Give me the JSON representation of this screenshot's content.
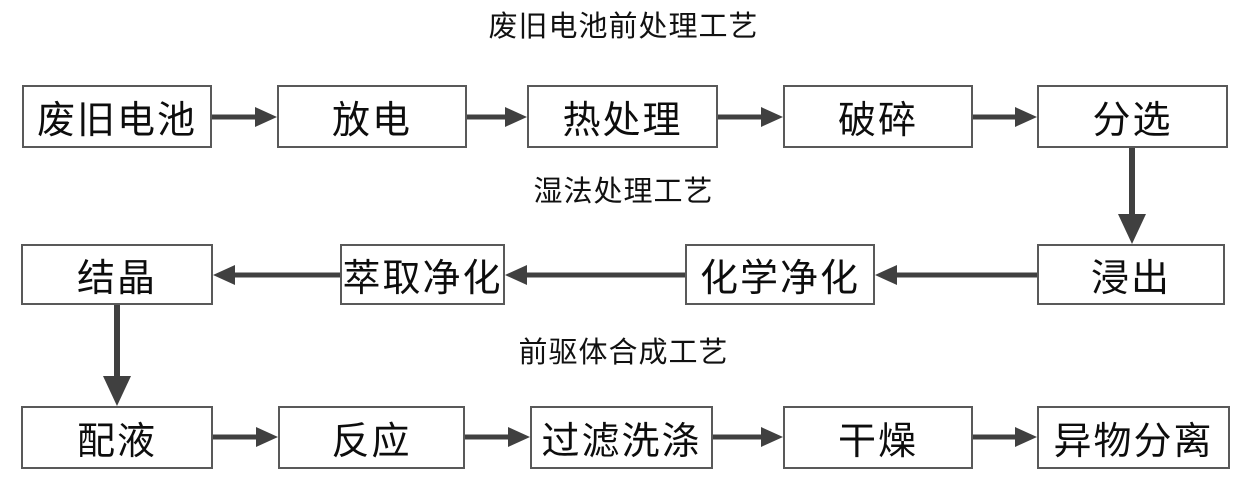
{
  "diagram": {
    "sections": [
      {
        "title": "废旧电池前处理工艺",
        "flow": "left-to-right",
        "nodes": [
          {
            "label": "废旧电池"
          },
          {
            "label": "放电"
          },
          {
            "label": "热处理"
          },
          {
            "label": "破碎"
          },
          {
            "label": "分选"
          }
        ]
      },
      {
        "title": "湿法处理工艺",
        "flow": "right-to-left",
        "nodes": [
          {
            "label": "结晶"
          },
          {
            "label": "萃取净化"
          },
          {
            "label": "化学净化"
          },
          {
            "label": "浸出"
          }
        ]
      },
      {
        "title": "前驱体合成工艺",
        "flow": "left-to-right",
        "nodes": [
          {
            "label": "配液"
          },
          {
            "label": "反应"
          },
          {
            "label": "过滤洗涤"
          },
          {
            "label": "干燥"
          },
          {
            "label": "异物分离"
          }
        ]
      }
    ],
    "connections": [
      "废旧电池→放电",
      "放电→热处理",
      "热处理→破碎",
      "破碎→分选",
      "分选→浸出",
      "浸出→化学净化",
      "化学净化→萃取净化",
      "萃取净化→结晶",
      "结晶→配液",
      "配液→反应",
      "反应→过滤洗涤",
      "过滤洗涤→干燥",
      "干燥→异物分离"
    ],
    "colors": {
      "box_border": "#595959",
      "arrow": "#404040",
      "text": "#0d0d0d",
      "background": "#ffffff"
    }
  }
}
